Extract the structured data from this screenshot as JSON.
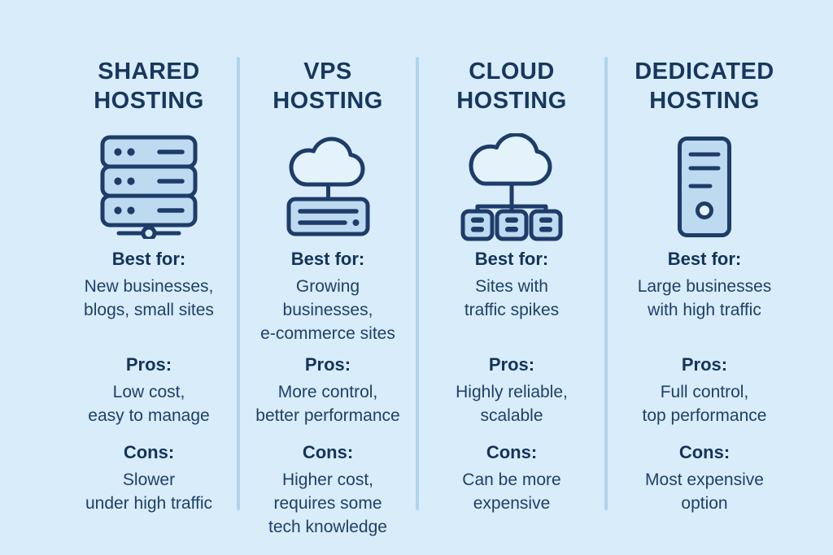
{
  "palette": {
    "background": "#d8ecfa",
    "heading": "#17375f",
    "body_text": "#1e4068",
    "divider": "#aed5ec",
    "icon_stroke": "#1e3c69",
    "icon_fill": "#bedaf0",
    "icon_light_fill": "#e4f2fc"
  },
  "columns": [
    {
      "title": "SHARED\nHOSTING",
      "icon": "stacked-servers-icon",
      "best_for_label": "Best for:",
      "best_for_text": "New businesses,\nblogs, small sites",
      "pros_label": "Pros:",
      "pros_text": "Low cost,\neasy to manage",
      "cons_label": "Cons:",
      "cons_text": "Slower\nunder high traffic"
    },
    {
      "title": "VPS\nHOSTING",
      "icon": "cloud-server-icon",
      "best_for_label": "Best for:",
      "best_for_text": "Growing\nbusinesses,\ne-commerce sites",
      "pros_label": "Pros:",
      "pros_text": "More control,\nbetter performance",
      "cons_label": "Cons:",
      "cons_text": "Higher cost,\nrequires some\ntech knowledge"
    },
    {
      "title": "CLOUD\nHOSTING",
      "icon": "cloud-cluster-icon",
      "best_for_label": "Best for:",
      "best_for_text": "Sites with\ntraffic spikes",
      "pros_label": "Pros:",
      "pros_text": "Highly reliable,\nscalable",
      "cons_label": "Cons:",
      "cons_text": "Can be more\nexpensive"
    },
    {
      "title": "DEDICATED\nHOSTING",
      "icon": "tower-server-icon",
      "best_for_label": "Best for:",
      "best_for_text": "Large businesses\nwith high traffic",
      "pros_label": "Pros:",
      "pros_text": "Full control,\ntop performance",
      "cons_label": "Cons:",
      "cons_text": "Most expensive\noption"
    }
  ]
}
